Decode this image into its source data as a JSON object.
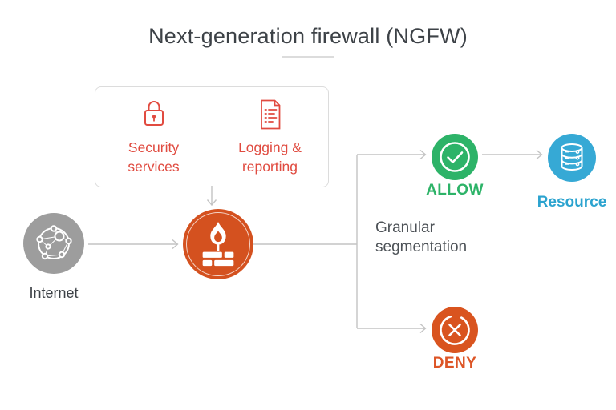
{
  "title": "Next-generation firewall (NGFW)",
  "services_box": {
    "items": [
      {
        "label": "Security services",
        "icon": "lock-icon"
      },
      {
        "label": "Logging & reporting",
        "icon": "report-document-icon"
      }
    ]
  },
  "nodes": {
    "internet": {
      "label": "Internet",
      "icon": "globe-network-icon",
      "color": "#9d9d9d"
    },
    "firewall": {
      "icon": "firewall-flame-bricks-icon",
      "color": "#d4511f"
    },
    "allow": {
      "label": "ALLOW",
      "icon": "check-circle-icon",
      "color": "#2db368"
    },
    "deny": {
      "label": "DENY",
      "icon": "cross-circle-icon",
      "color": "#dd5526"
    },
    "resource": {
      "label": "Resource",
      "icon": "database-icon",
      "color": "#36a9d5"
    }
  },
  "annotations": {
    "granular_segmentation": "Granular segmentation"
  },
  "colors": {
    "red_accent": "#e04b40",
    "orange": "#d4511f",
    "green": "#2db368",
    "blue": "#36a9d5",
    "gray_node": "#9d9d9d",
    "connector_gray": "#c3c3c3",
    "text_dark": "#3d4247"
  }
}
